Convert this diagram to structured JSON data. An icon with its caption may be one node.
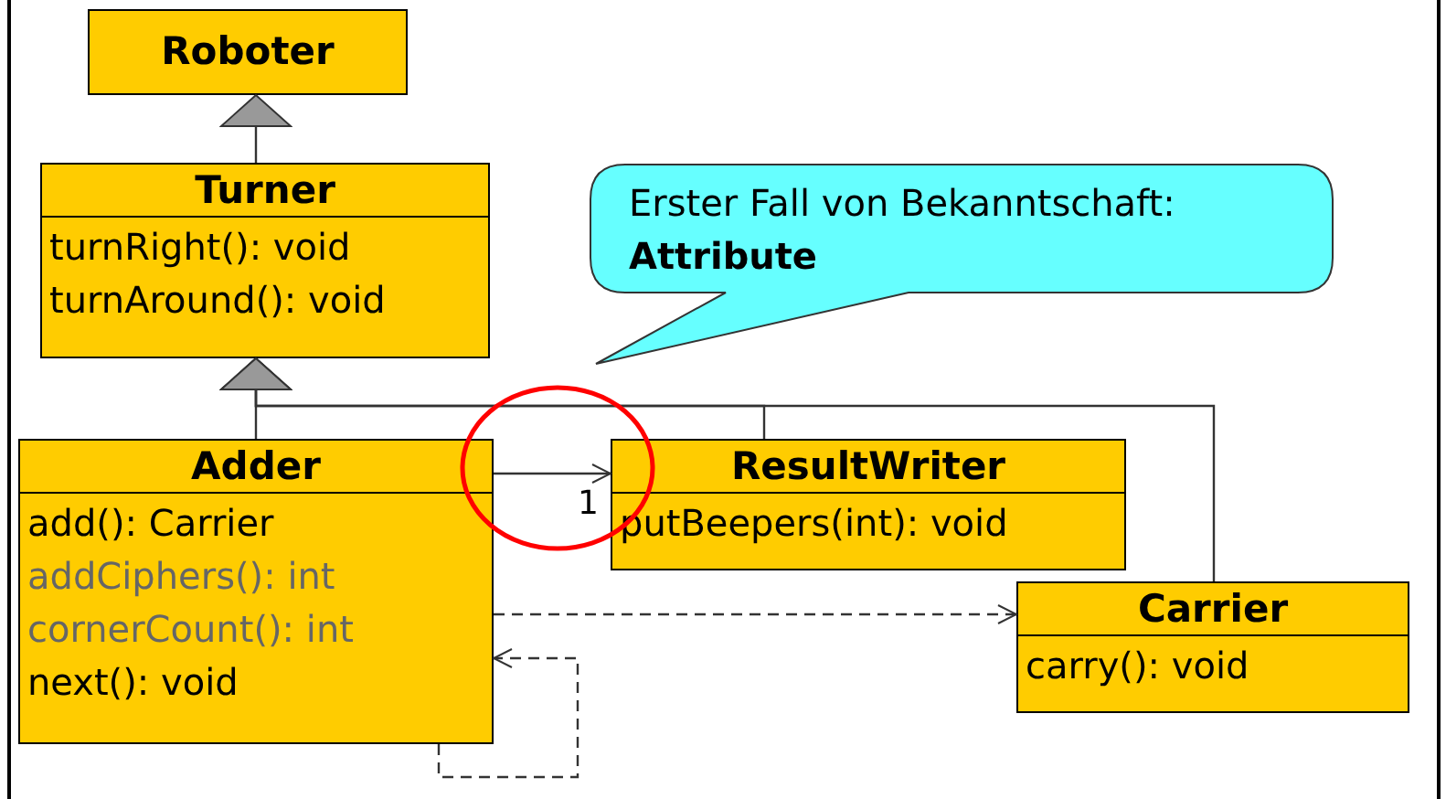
{
  "diagram": {
    "nodes": [
      {
        "text": [
          "Roboter"
        ]
      },
      {
        "text": [
          "Turner",
          "turnRight(): void",
          "turnAround(): void"
        ]
      },
      {
        "text": [
          "Adder",
          "add(): Carrier",
          "addCiphers(): int",
          "cornerCount(): int",
          "next(): void"
        ]
      },
      {
        "text": [
          "ResultWriter",
          "putBeepers(int): void"
        ]
      },
      {
        "text": [
          "Carrier",
          "carry(): void"
        ]
      },
      {
        "text": [
          "Erster Fall von Bekanntschaft: **Attribute**"
        ]
      }
    ],
    "edges": [
      {
        "from": 1,
        "to": 0,
        "arrow": "to"
      },
      {
        "from": 2,
        "to": 1,
        "arrow": "to"
      },
      {
        "from": 3,
        "to": 1,
        "arrow": "to"
      },
      {
        "from": 4,
        "to": 1,
        "arrow": "to"
      },
      {
        "from": 2,
        "to": 3,
        "arrow": "to",
        "label": "1"
      },
      {
        "from": 2,
        "to": 4,
        "arrow": "to",
        "style": "dashed"
      },
      {
        "from": 2,
        "to": 2,
        "arrow": "to",
        "style": "dashed"
      }
    ]
  }
}
